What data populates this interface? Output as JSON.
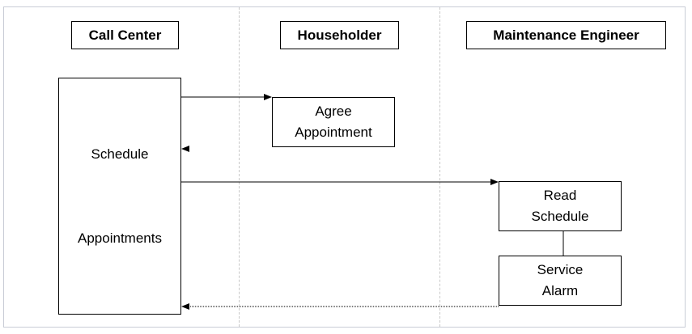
{
  "lanes": {
    "call_center": "Call Center",
    "householder": "Householder",
    "maintenance_engineer": "Maintenance Engineer"
  },
  "boxes": {
    "schedule_appointments": {
      "line1": "Schedule",
      "line2": "Appointments"
    },
    "agree_appointment": {
      "line1": "Agree",
      "line2": "Appointment"
    },
    "read_schedule": {
      "line1": "Read",
      "line2": "Schedule"
    },
    "service_alarm": {
      "line1": "Service",
      "line2": "Alarm"
    }
  },
  "colors": {
    "frame": "#c9cdd6",
    "divider": "#c8c8c8",
    "line": "#000000"
  }
}
